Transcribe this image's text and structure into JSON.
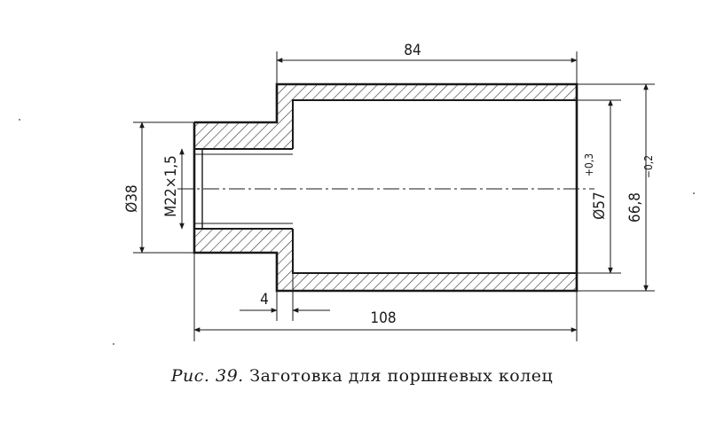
{
  "dimensions": {
    "top_length": "84",
    "total_length": "108",
    "step": "4",
    "small_diameter": "Ø38",
    "thread": "M22×1,5",
    "bore_diameter": "Ø57",
    "bore_tolerance": "+0,3",
    "outer_diameter": "66,8",
    "outer_tolerance": "−0,2"
  },
  "caption": {
    "figure_label": "Рис. 39.",
    "title": "Заготовка для поршневых колец"
  }
}
